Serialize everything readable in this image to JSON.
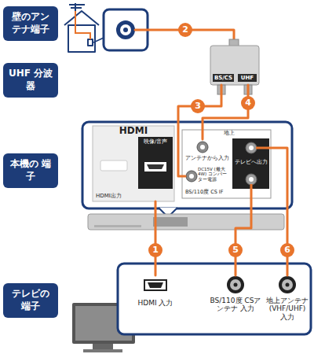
{
  "diagram": {
    "nodes": [
      {
        "text": [
          "壁のアン テナ端子"
        ]
      },
      {
        "text": [
          "UHF 分波器"
        ]
      },
      {
        "text": [
          "BS/CS",
          "UHF"
        ]
      },
      {
        "text": [
          "本機の 端子"
        ]
      },
      {
        "text": [
          "HDMI",
          "映像/音声",
          "HDMI出力"
        ]
      },
      {
        "text": [
          "地上",
          "BS/110度 CS IF"
        ]
      },
      {
        "text": [
          "アンテナから入力"
        ],
        "in": 5
      },
      {
        "text": [
          "テレビへ出力"
        ],
        "in": 5
      },
      {
        "text": [
          "DC15V (最大4W) コンバーター電源"
        ],
        "in": 5
      },
      {
        "text": [
          "テレビの 端子"
        ]
      },
      {
        "text": [
          "HDMI 入力"
        ]
      },
      {
        "text": [
          "BS/110度 CSアンテナ 入力"
        ]
      },
      {
        "text": [
          "地上アンテナ (VHF/UHF) 入力"
        ]
      }
    ],
    "edges": [
      {
        "from": 4,
        "to": 10,
        "arrow": "none",
        "label": "1"
      },
      {
        "from": 2,
        "to": 8,
        "arrow": "none",
        "label": "3"
      },
      {
        "from": 2,
        "to": 6,
        "arrow": "none",
        "label": "4"
      },
      {
        "from": 7,
        "to": 11,
        "arrow": "none",
        "label": "5"
      },
      {
        "from": 7,
        "to": 12,
        "arrow": "none",
        "label": "6"
      }
    ],
    "labels": [
      "2"
    ]
  }
}
